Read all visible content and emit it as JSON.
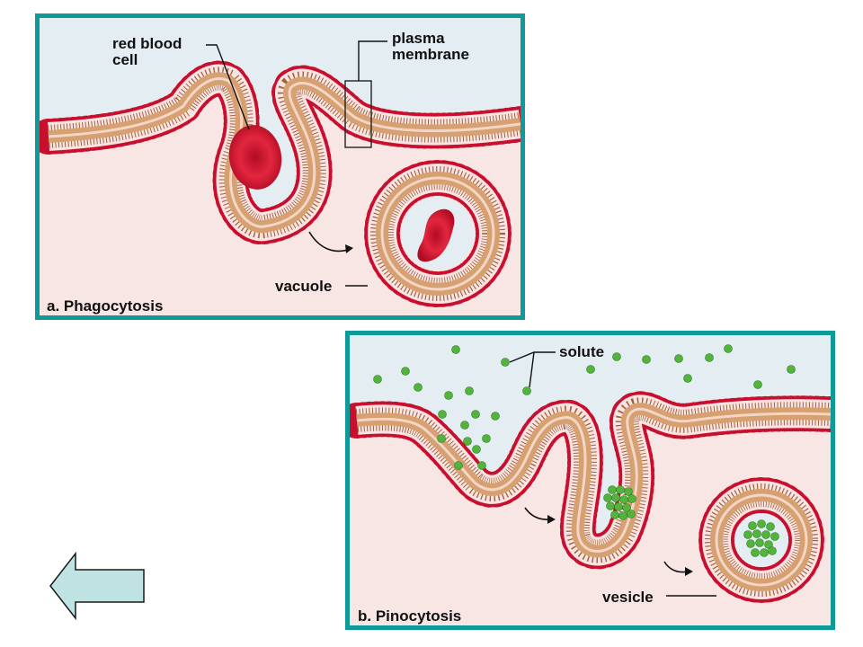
{
  "panel_a": {
    "caption": "a. Phagocytosis",
    "label_rbc_line1": "red blood",
    "label_rbc_line2": "cell",
    "label_membrane_line1": "plasma",
    "label_membrane_line2": "membrane",
    "label_vacuole": "vacuole"
  },
  "panel_b": {
    "caption": "b. Pinocytosis",
    "label_solute": "solute",
    "label_vesicle": "vesicle"
  },
  "colors": {
    "frame": "#0f9a9a",
    "outside": "#e3edf2",
    "inside": "#f8e6e5",
    "membrane_core": "#c89466",
    "membrane_head": "#c8102e",
    "rbc": "#d01430",
    "solute": "#52b43c",
    "back_arrow": "#bfe3e3"
  },
  "icons": {
    "back_arrow": "left-arrow-icon"
  }
}
